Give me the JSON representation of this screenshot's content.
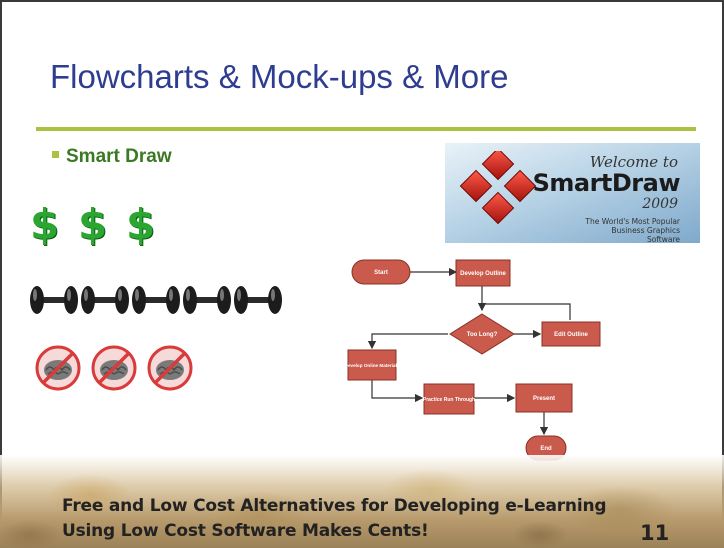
{
  "slide": {
    "title": "Flowcharts & Mock-ups & More",
    "bullet": "Smart Draw",
    "cost_rating": {
      "icon": "dollar-sign-icon",
      "glyph": "$",
      "count": 3,
      "color": "#2aa631"
    },
    "effort_rating": {
      "icon": "dumbbell-icon",
      "count": 5
    },
    "brains_rating": {
      "icon": "no-brain-icon",
      "count": 3
    },
    "colors": {
      "title": "#2e3d8f",
      "accent": "#a9c23f",
      "bullet_text": "#3b7a23",
      "flow_node": "#c95a4c"
    }
  },
  "splash": {
    "welcome": "Welcome to",
    "brand": "SmartDraw",
    "year": "2009",
    "tagline": "The World's Most Popular Business Graphics Software"
  },
  "flowchart": {
    "nodes": {
      "start": "Start",
      "develop_outline": "Develop Outline",
      "too_long": "Too Long?",
      "edit_outline": "Edit Outline",
      "develop_online": "Develop Online Materials",
      "practice_run": "Practice Run Through",
      "present": "Present",
      "end": "End"
    }
  },
  "footer": {
    "line1": "Free and Low Cost Alternatives for Developing e-Learning",
    "line2": "Using Low Cost Software Makes Cents!",
    "page_number": "11"
  }
}
